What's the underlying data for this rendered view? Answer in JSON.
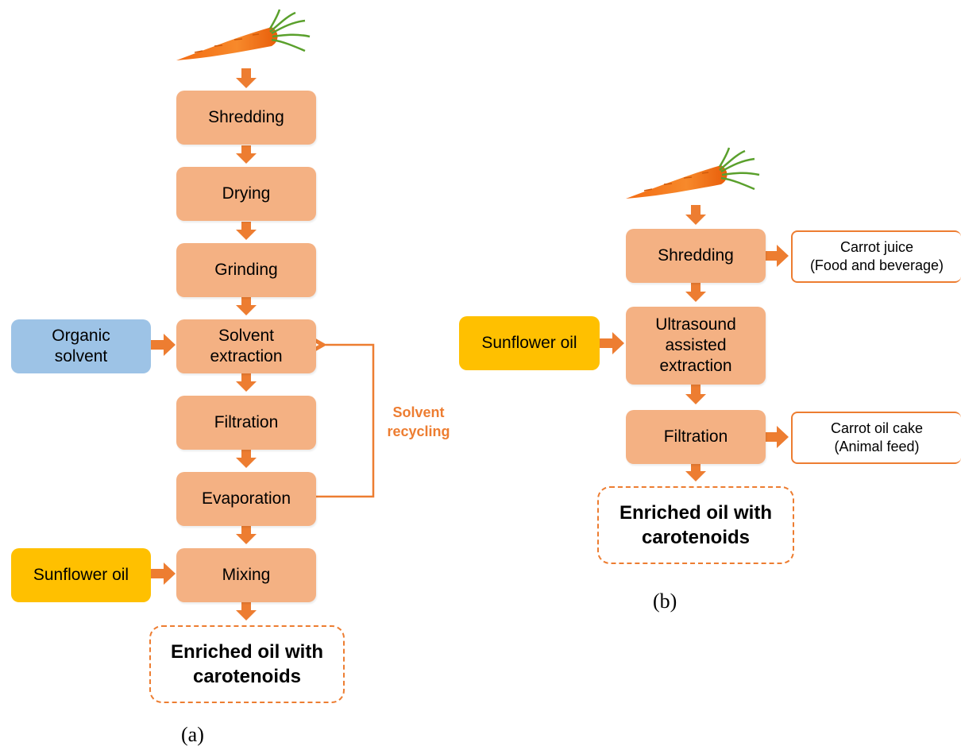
{
  "panel_a": {
    "steps": [
      "Shredding",
      "Drying",
      "Grinding",
      "Solvent\nextraction",
      "Filtration",
      "Evaporation",
      "Mixing"
    ],
    "input_solvent": "Organic\nsolvent",
    "input_oil": "Sunflower oil",
    "recycle_label": "Solvent\nrecycling",
    "output": "Enriched oil with\ncarotenoids",
    "caption": "(a)"
  },
  "panel_b": {
    "steps": [
      "Shredding",
      "Ultrasound\nassisted\nextraction",
      "Filtration"
    ],
    "input_oil": "Sunflower oil",
    "byproduct_juice": "Carrot juice\n(Food and beverage)",
    "byproduct_cake": "Carrot oil cake\n(Animal feed)",
    "output": "Enriched oil with\ncarotenoids",
    "caption": "(b)"
  },
  "colors": {
    "step_fill": "#f4b183",
    "arrow": "#ed7d31",
    "solvent_input": "#9dc3e6",
    "oil_input": "#ffc000"
  },
  "icons": [
    "carrot-icon"
  ]
}
